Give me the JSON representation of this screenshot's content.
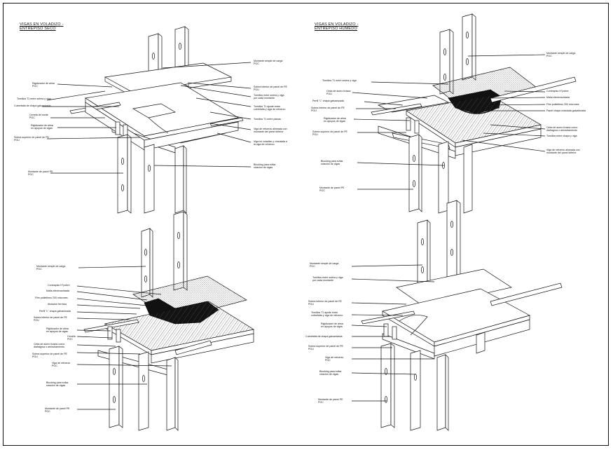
{
  "colors": {
    "line": "#111111",
    "paper": "#ffffff",
    "hatch": "#222222"
  },
  "titles": {
    "top_left": [
      "VIGAS EN VOLADIZO -",
      "ENTREPISO SECO"
    ],
    "top_right": [
      "VIGAS EN VOLADIZO -",
      "ENTREPISO HUMEDO"
    ]
  },
  "labels": {
    "tl": [
      {
        "l1": "Montante simple de carga",
        "l2": "PGC"
      },
      {
        "l1": "Solera inferior de panel de PE",
        "l2": "PGU"
      },
      {
        "l1": "Tornillos entre solera y viga",
        "l2": "por cada montante"
      },
      {
        "l1": "Tornillos T1 ajuste entre",
        "l2": "cubrefalta y viga de refuerzo"
      },
      {
        "l1": "Tornillos T1 entre placas",
        "l2": ""
      },
      {
        "l1": "Viga de refuerzo alineada con",
        "l2": "montante del panel inferior"
      },
      {
        "l1": "Viga en voladizo y vinculada a",
        "l2": "la viga de refuerzo"
      },
      {
        "l1": "Blocking para evitar",
        "l2": "rotación de vigas"
      },
      {
        "l1": "Rigidizador de alma",
        "l2": "PGC"
      },
      {
        "l1": "Tornillos T1 entre solera y viga",
        "l2": ""
      },
      {
        "l1": "Cubrefalta de chapa galvanizada",
        "l2": ""
      },
      {
        "l1": "Cenefa de borde",
        "l2": "PGC"
      },
      {
        "l1": "Rigidizador de alma",
        "l2": "en apoyos de vigas"
      },
      {
        "l1": "Solera superior de panel de PE",
        "l2": "PGU"
      },
      {
        "l1": "Montante de panel PE",
        "l2": "PGC"
      }
    ],
    "tr": [
      {
        "l1": "Montante simple de carga",
        "l2": "PGC"
      },
      {
        "l1": "Tornillos T1 entre solera y viga",
        "l2": ""
      },
      {
        "l1": "Contrapiso H°pobre",
        "l2": ""
      },
      {
        "l1": "Malla electrosoldada",
        "l2": ""
      },
      {
        "l1": "Film polietileno 200 micrones",
        "l2": ""
      },
      {
        "l1": "Panel chapa ondulada galvanizada",
        "l2": ""
      },
      {
        "l1": "Cinta de acero liviano",
        "l2": "PGU"
      },
      {
        "l1": "Perfil \"L\" chapa galvanizada",
        "l2": ""
      },
      {
        "l1": "Solera inferior de panel de PE",
        "l2": "PGU"
      },
      {
        "l1": "Rigidizador de alma",
        "l2": "en apoyos de vigas"
      },
      {
        "l1": "Solera superior de panel de PE",
        "l2": "PGU"
      },
      {
        "l1": "Cinta de acero liviano como",
        "l2": "diafragma o arriostramiento"
      },
      {
        "l1": "Tornillos entre chapa y viga",
        "l2": ""
      },
      {
        "l1": "Viga de refuerzo alineada con",
        "l2": "montante del panel inferior"
      },
      {
        "l1": "Blocking para evitar",
        "l2": "rotación de vigas"
      },
      {
        "l1": "Montante de panel PE",
        "l2": "PGC"
      }
    ],
    "bl": [
      {
        "l1": "Montante simple de carga",
        "l2": "PGC"
      },
      {
        "l1": "Contrapiso H°pobre",
        "l2": ""
      },
      {
        "l1": "Malla electrosoldada",
        "l2": ""
      },
      {
        "l1": "Film polietileno 200 micrones",
        "l2": ""
      },
      {
        "l1": "Aislacion termica",
        "l2": ""
      },
      {
        "l1": "Perfil \"L\" chapa galvanizada",
        "l2": ""
      },
      {
        "l1": "Solera inferior de panel de PE",
        "l2": "PGU"
      },
      {
        "l1": "Rigidizador de alma",
        "l2": "en apoyos de vigas"
      },
      {
        "l1": "Cenefa",
        "l2": "PGC"
      },
      {
        "l1": "Cinta de acero liviano como",
        "l2": "diafragma o arriostramiento"
      },
      {
        "l1": "Solera superior de panel de PE",
        "l2": "PGU"
      },
      {
        "l1": "Viga de refuerzo",
        "l2": "PGC"
      },
      {
        "l1": "Blocking para evitar",
        "l2": "rotación de vigas"
      },
      {
        "l1": "Montante de panel PE",
        "l2": "PGC"
      }
    ],
    "br": [
      {
        "l1": "Montante simple de carga",
        "l2": "PGC"
      },
      {
        "l1": "Tornillos entre solera y viga",
        "l2": "por cada montante"
      },
      {
        "l1": "Solera inferior de panel de PE",
        "l2": "PGU"
      },
      {
        "l1": "Tornillos T1 ajuste entre",
        "l2": "cubrefalta y viga de refuerzo"
      },
      {
        "l1": "Rigidizador de alma",
        "l2": "en apoyos de vigas"
      },
      {
        "l1": "Cubrefalta de chapa galvanizada",
        "l2": ""
      },
      {
        "l1": "Solera superior de panel de PE",
        "l2": "PGU"
      },
      {
        "l1": "Viga de refuerzo",
        "l2": "PGC"
      },
      {
        "l1": "Blocking para evitar",
        "l2": "rotación de vigas"
      },
      {
        "l1": "Montante de panel PE",
        "l2": "PGC"
      }
    ]
  }
}
